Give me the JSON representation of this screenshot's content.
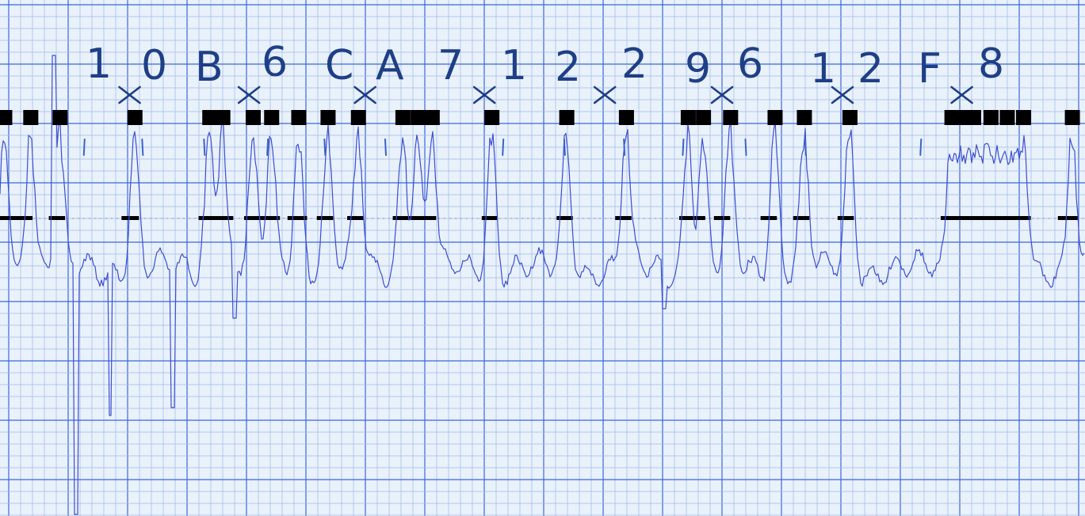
{
  "decoded_digits": [
    "1",
    "0",
    "B",
    "6",
    "C",
    "A",
    "7",
    "1",
    "2",
    "2",
    "9",
    "6",
    "1",
    "2",
    "F",
    "8"
  ],
  "ticks": [
    0.059,
    0.112,
    0.169,
    0.228,
    0.28,
    0.336,
    0.445,
    0.501,
    0.556,
    0.611,
    0.668,
    0.723,
    0.83
  ],
  "x_marks": [
    0.118,
    0.228,
    0.335,
    0.445,
    0.556,
    0.664,
    0.775,
    0.885
  ],
  "bits": [
    0.004,
    0.028,
    0.055,
    0.124,
    0.193,
    0.205,
    0.233,
    0.25,
    0.275,
    0.302,
    0.33,
    0.371,
    0.385,
    0.398,
    0.453,
    0.522,
    0.577,
    0.634,
    0.648,
    0.673,
    0.714,
    0.741,
    0.783,
    0.877,
    0.885,
    0.897,
    0.913,
    0.928,
    0.943,
    0.988
  ],
  "bars": [
    [
      0.0,
      0.03
    ],
    [
      0.045,
      0.06
    ],
    [
      0.112,
      0.128
    ],
    [
      0.183,
      0.215
    ],
    [
      0.225,
      0.258
    ],
    [
      0.265,
      0.283
    ],
    [
      0.292,
      0.307
    ],
    [
      0.32,
      0.335
    ],
    [
      0.362,
      0.402
    ],
    [
      0.444,
      0.458
    ],
    [
      0.513,
      0.528
    ],
    [
      0.567,
      0.582
    ],
    [
      0.626,
      0.65
    ],
    [
      0.658,
      0.673
    ],
    [
      0.701,
      0.716
    ],
    [
      0.731,
      0.746
    ],
    [
      0.772,
      0.787
    ],
    [
      0.867,
      0.95
    ],
    [
      0.975,
      0.994
    ]
  ],
  "colors": {
    "paper": "#e9f1fb",
    "grid_minor": "#9fb8e8",
    "grid_major": "#3c66dd",
    "trace": "#3d4fd0",
    "ink": "#1e3f86",
    "bits": "#000000"
  }
}
